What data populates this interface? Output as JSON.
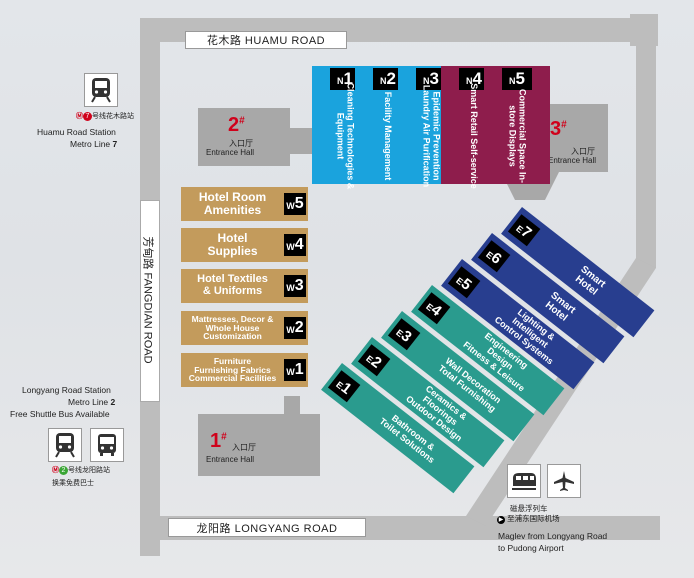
{
  "roads": {
    "top": "花木路  HUAMU ROAD",
    "bottom": "龙阳路  LONGYANG ROAD",
    "left": "芳甸路  FANGDIAN ROAD"
  },
  "halls": [
    {
      "num": "1",
      "sup": "#",
      "cn": "入口厅",
      "en": "Entrance Hall"
    },
    {
      "num": "2",
      "sup": "#",
      "cn": "入口厅",
      "en": "Entrance Hall"
    },
    {
      "num": "3",
      "sup": "#",
      "cn": "入口厅",
      "en": "Entrance Hall"
    }
  ],
  "north_pavilions": [
    {
      "code": "N",
      "num": "1",
      "label": "Cleaning Technologies & Equipment",
      "color": "#1aa3dd"
    },
    {
      "code": "N",
      "num": "2",
      "label": "Facility Management",
      "color": "#1aa3dd"
    },
    {
      "code": "N",
      "num": "3",
      "label": "Epidemic Prevention Laundry Air Purification",
      "color": "#1aa3dd"
    },
    {
      "code": "N",
      "num": "4",
      "label": "Smart Retail Self-service",
      "color": "#8e1d4c"
    },
    {
      "code": "N",
      "num": "5",
      "label": "Commercial Space In-store Displays",
      "color": "#8e1d4c"
    }
  ],
  "west_pavilions": [
    {
      "code": "W",
      "num": "5",
      "lines": [
        "Hotel Room",
        "Amenities"
      ]
    },
    {
      "code": "W",
      "num": "4",
      "lines": [
        "Hotel",
        "Supplies"
      ]
    },
    {
      "code": "W",
      "num": "3",
      "lines": [
        "Hotel Textiles",
        "& Uniforms"
      ]
    },
    {
      "code": "W",
      "num": "2",
      "lines": [
        "Mattresses, Decor &",
        "Whole House",
        "Customization"
      ]
    },
    {
      "code": "W",
      "num": "1",
      "lines": [
        "Furniture",
        "Furnishing Fabrics",
        "Commercial Facilities"
      ]
    }
  ],
  "east_pavilions": [
    {
      "code": "E",
      "num": "7",
      "lines": [
        "Smart",
        "Hotel"
      ],
      "color": "#283e8f"
    },
    {
      "code": "E",
      "num": "6",
      "lines": [
        "Smart",
        "Hotel"
      ],
      "color": "#283e8f"
    },
    {
      "code": "E",
      "num": "5",
      "lines": [
        "Lighting &",
        "Intelligent",
        "Control Systems"
      ],
      "color": "#283e8f"
    },
    {
      "code": "E",
      "num": "4",
      "lines": [
        "Engineering",
        "Design",
        "Fitness & Leisure"
      ],
      "color": "#2a9b8e"
    },
    {
      "code": "E",
      "num": "3",
      "lines": [
        "Wall Decoration",
        "Total Furnishing"
      ],
      "color": "#2a9b8e"
    },
    {
      "code": "E",
      "num": "2",
      "lines": [
        "Ceramics &",
        "Floorings",
        "Outdoor Design"
      ],
      "color": "#2a9b8e"
    },
    {
      "code": "E",
      "num": "1",
      "lines": [
        "Bathroom &",
        "Toilet Solutions"
      ],
      "color": "#2a9b8e"
    }
  ],
  "stations": {
    "huamu": {
      "cn": "号线花木路站",
      "en1": "Huamu Road Station",
      "en2": "Metro Line ",
      "line": "7"
    },
    "longyang": {
      "en1": "Longyang Road Station",
      "en2": "Metro Line ",
      "line": "2",
      "en3": "Free Shuttle Bus Available",
      "cn1": "号线龙阳路站",
      "cn2": "换乘免费巴士"
    },
    "maglev": {
      "cn1": "磁悬浮列车",
      "cn2": "至浦东国际机场",
      "en1": "Maglev from Longyang Road",
      "en2": "to Pudong Airport"
    }
  },
  "colors": {
    "road": "#bdbdbd",
    "hall": "#a8a8a8",
    "west": "#c39b5c",
    "accent_red": "#d0021b"
  },
  "icons": [
    "metro-train-icon",
    "bus-icon",
    "maglev-train-icon",
    "airplane-icon",
    "arrow-right-icon"
  ]
}
